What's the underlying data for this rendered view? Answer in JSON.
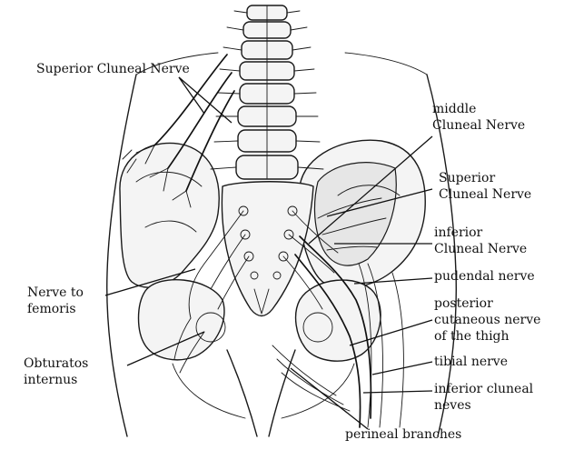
{
  "labels": {
    "superior_cluneal_left": "Superior Cluneal Nerve",
    "middle_cluneal_1": "middle",
    "middle_cluneal_2": "Cluneal Nerve",
    "superior_cluneal_right_1": "Superior",
    "superior_cluneal_right_2": "Cluneal Nerve",
    "inferior_cluneal_1": "inferior",
    "inferior_cluneal_2": "Cluneal Nerve",
    "pudendal": "pudendal nerve",
    "posterior_cutaneous_1": "posterior",
    "posterior_cutaneous_2": "cutaneous nerve",
    "posterior_cutaneous_3": "of the thigh",
    "nerve_to_femoris_1": "Nerve to",
    "nerve_to_femoris_2": "femoris",
    "obturatos_1": "Obturatos",
    "obturatos_2": "internus",
    "tibial": "tibial nerve",
    "inferior_cluneal_neves_1": "inferior cluneal",
    "inferior_cluneal_neves_2": "neves",
    "perineal": "perineal branches"
  }
}
